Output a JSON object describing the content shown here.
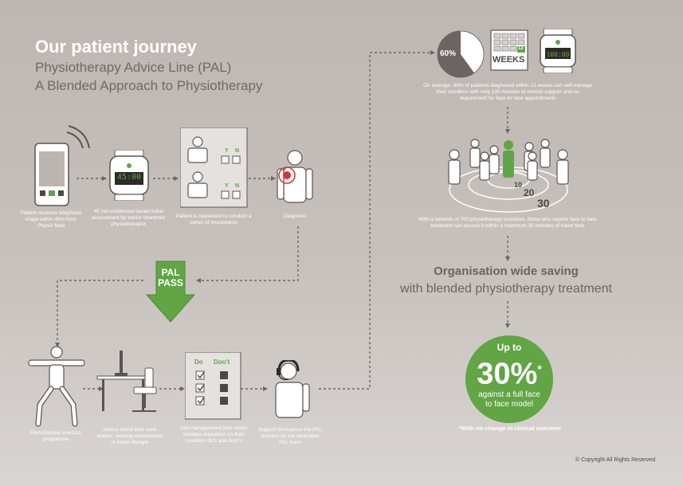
{
  "header": {
    "title": "Our patient journey",
    "subtitle_1": "Physiotherapy Advice Line (PAL)",
    "subtitle_2": "A Blended Approach to Physiotherapy"
  },
  "steps": {
    "step1": "Patient receives telephone triage within 4hrs from Physio Med",
    "step2": "45 min evidenced based initial assessment by senior chartered physiotherapist",
    "timer_value": "45:00",
    "step3": "Patient is requested to conduct a series of movements",
    "step4": "Diagnosis",
    "pal_line1": "PAL",
    "pal_line2": "PASS",
    "step5": "Personalised exercise programme",
    "step6": "Advice about their work station, working environment or home lifestyle",
    "step7": "Self-management plan which includes education on their condition do's and dont's",
    "do_label": "Do",
    "dont_label": "Don't",
    "step8": "Support throughout the PAL process by our dedicated PAL team"
  },
  "stats": {
    "pie_label": "60%",
    "pie_fraction": 0.6,
    "calendar_num": "12",
    "calendar_text": "WEEKS",
    "clock_value": "100:00",
    "stat_text": "On average, 60% of patients diagnosed within 12 weeks can self-manage their condition with only 100 minutes of remote support and no requirement for face-to-face appointments",
    "ring_10": "10",
    "ring_20": "20",
    "ring_30": "30",
    "network_text": "With a network of 700 physiotherapy practices, those who require face to face treatment can access it within a maximum 30 minutes of travel time"
  },
  "saving": {
    "heading": "Organisation wide saving",
    "subheading": "with blended physiotherapy treatment",
    "up_to": "Up to",
    "value": "30%",
    "asterisk": "*",
    "line1": "against a full face",
    "line2": "to face model",
    "footnote": "*With no change in clinical outcome"
  },
  "footer": {
    "copyright": "© Copyright All Rights Reserved"
  },
  "colors": {
    "accent_green": "#61a544",
    "text_grey": "#6a6462",
    "diagnosis_red": "#e03030"
  }
}
